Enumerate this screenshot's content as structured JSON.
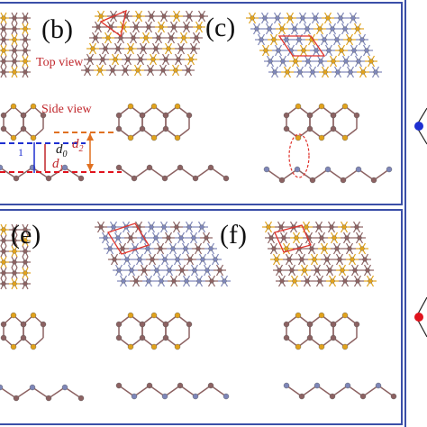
{
  "panels": {
    "b": {
      "label": "(b)"
    },
    "c": {
      "label": "(c)"
    },
    "e": {
      "label": "(e)"
    },
    "f": {
      "label": "(f)"
    }
  },
  "annotations": {
    "top_view": "Top view",
    "side_view": "Side view"
  },
  "dimensions": {
    "d0": "d",
    "d0_sub": "0",
    "d1": "d",
    "d1_sub": "1",
    "d2": "d",
    "d2_sub": "2",
    "partial": "1"
  },
  "colors": {
    "border": "#3b4fa8",
    "metal_brown": "#8c6262",
    "chalcogen_gold": "#e1a21c",
    "metal_blue": "#7e86b8",
    "red_box": "#e0332c",
    "blue_marker": "#1d2fd1",
    "red_marker": "#e0121c"
  }
}
